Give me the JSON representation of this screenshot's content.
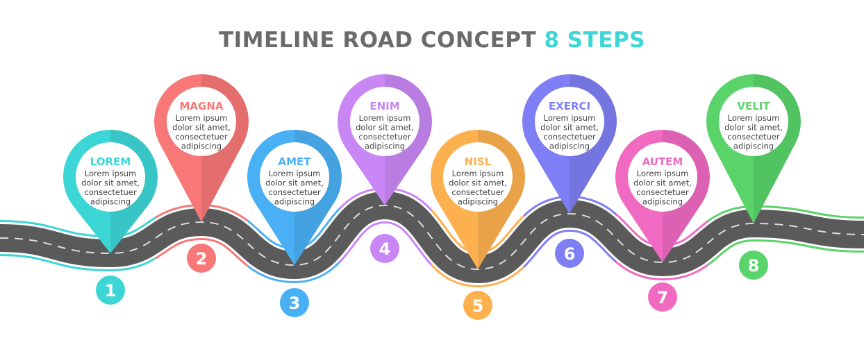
{
  "title": {
    "main": "TIMELINE ROAD CONCEPT",
    "accent": "8 STEPS"
  },
  "steps": [
    {
      "number": "1",
      "heading": "LOREM",
      "lines": [
        "Lorem ipsum",
        "dolor sit amet,",
        "consectetuer",
        "adipiscing"
      ],
      "color": "#3dd6d6"
    },
    {
      "number": "2",
      "heading": "MAGNA",
      "lines": [
        "Lorem ipsum",
        "dolor sit amet,",
        "consectetuer",
        "adipiscing"
      ],
      "color": "#f87878"
    },
    {
      "number": "3",
      "heading": "AMET",
      "lines": [
        "Lorem ipsum",
        "dolor sit amet,",
        "consectetuer",
        "adipiscing"
      ],
      "color": "#4ab0f5"
    },
    {
      "number": "4",
      "heading": "ENIM",
      "lines": [
        "Lorem ipsum",
        "dolor sit amet,",
        "consectetuer",
        "adipiscing"
      ],
      "color": "#c987f5"
    },
    {
      "number": "5",
      "heading": "NISL",
      "lines": [
        "Lorem ipsum",
        "dolor sit amet,",
        "consectetuer",
        "adipiscing"
      ],
      "color": "#fdb04e"
    },
    {
      "number": "6",
      "heading": "EXERCI",
      "lines": [
        "Lorem ipsum",
        "dolor sit amet,",
        "consectetuer",
        "adipiscing"
      ],
      "color": "#7f7ff5"
    },
    {
      "number": "7",
      "heading": "AUTEM",
      "lines": [
        "Lorem ipsum",
        "dolor sit amet,",
        "consectetuer",
        "adipiscing"
      ],
      "color": "#f06ac2"
    },
    {
      "number": "8",
      "heading": "VELIT",
      "lines": [
        "Lorem ipsum",
        "dolor sit amet,",
        "consectetuer",
        "adipiscing"
      ],
      "color": "#5ad46a"
    }
  ],
  "road_color": "#5a5a5a"
}
